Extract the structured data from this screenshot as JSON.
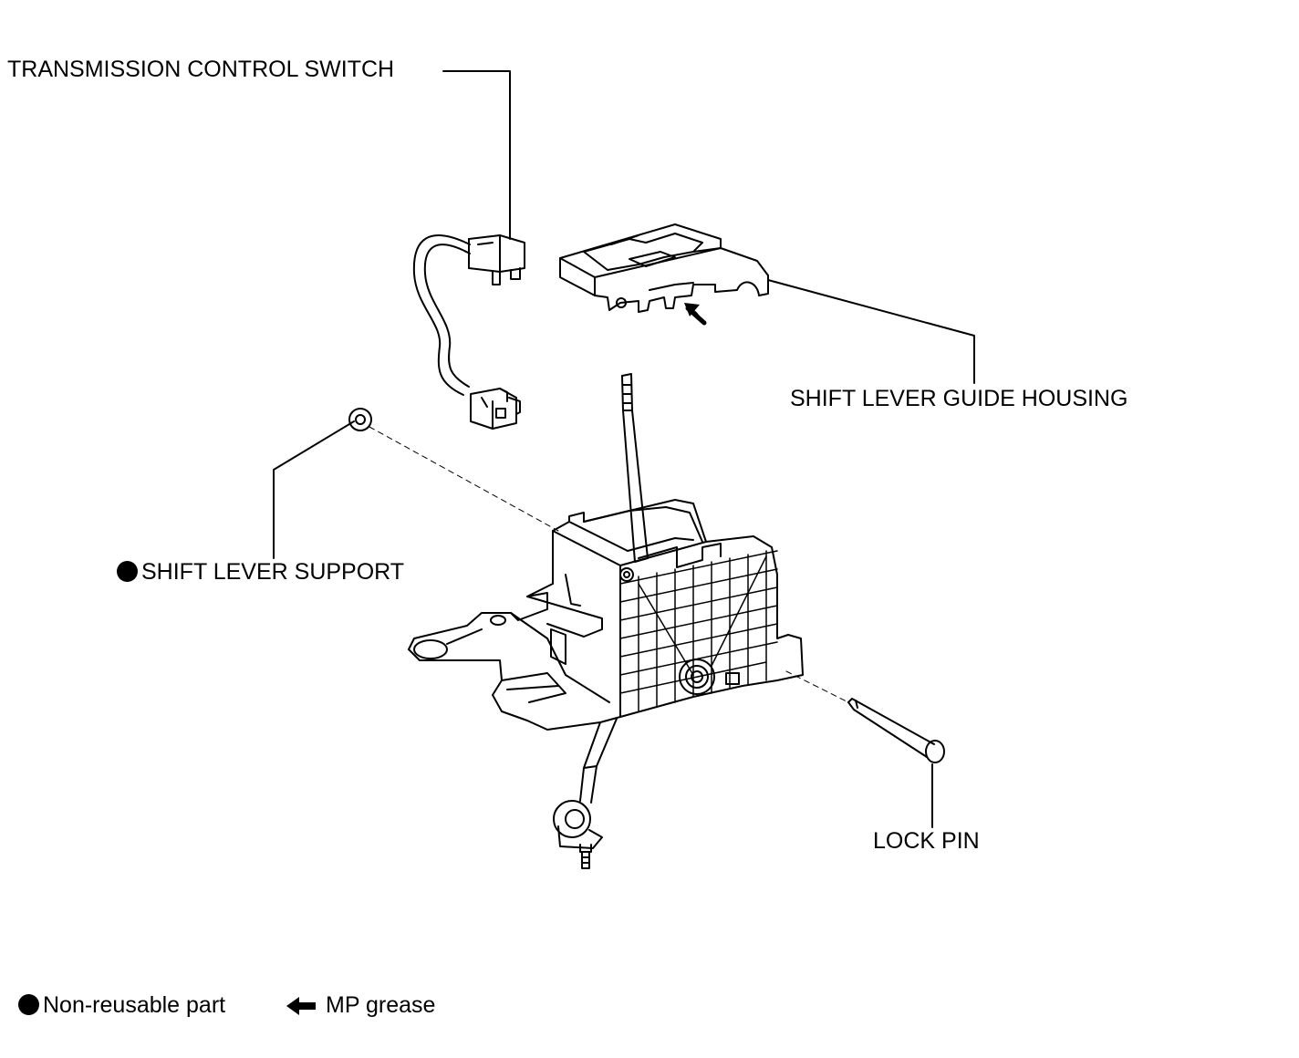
{
  "labels": {
    "transmission_control_switch": "TRANSMISSION CONTROL SWITCH",
    "shift_lever_guide_housing": "SHIFT LEVER GUIDE HOUSING",
    "shift_lever_support": "SHIFT LEVER SUPPORT",
    "lock_pin": "LOCK PIN"
  },
  "legend": {
    "non_reusable": "Non-reusable part",
    "mp_grease": "MP grease"
  },
  "icons": {
    "non_reusable": "filled-circle-icon",
    "mp_grease": "arrow-left-icon"
  },
  "colors": {
    "line": "#000000",
    "background": "#ffffff"
  }
}
